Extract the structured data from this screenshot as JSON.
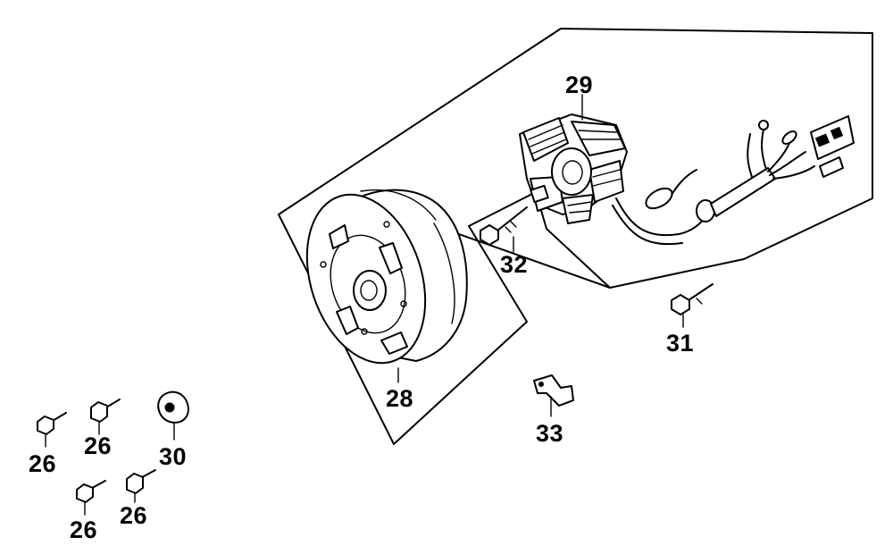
{
  "diagram": {
    "parts": [
      {
        "id": "flywheel",
        "label": "28"
      },
      {
        "id": "stator",
        "label": "29"
      },
      {
        "id": "washer",
        "label": "30"
      },
      {
        "id": "bolt-31",
        "label": "31"
      },
      {
        "id": "bolt-32",
        "label": "32"
      },
      {
        "id": "clamp",
        "label": "33"
      },
      {
        "id": "bolt-26a",
        "label": "26"
      },
      {
        "id": "bolt-26b",
        "label": "26"
      },
      {
        "id": "bolt-26c",
        "label": "26"
      },
      {
        "id": "bolt-26d",
        "label": "26"
      }
    ]
  }
}
